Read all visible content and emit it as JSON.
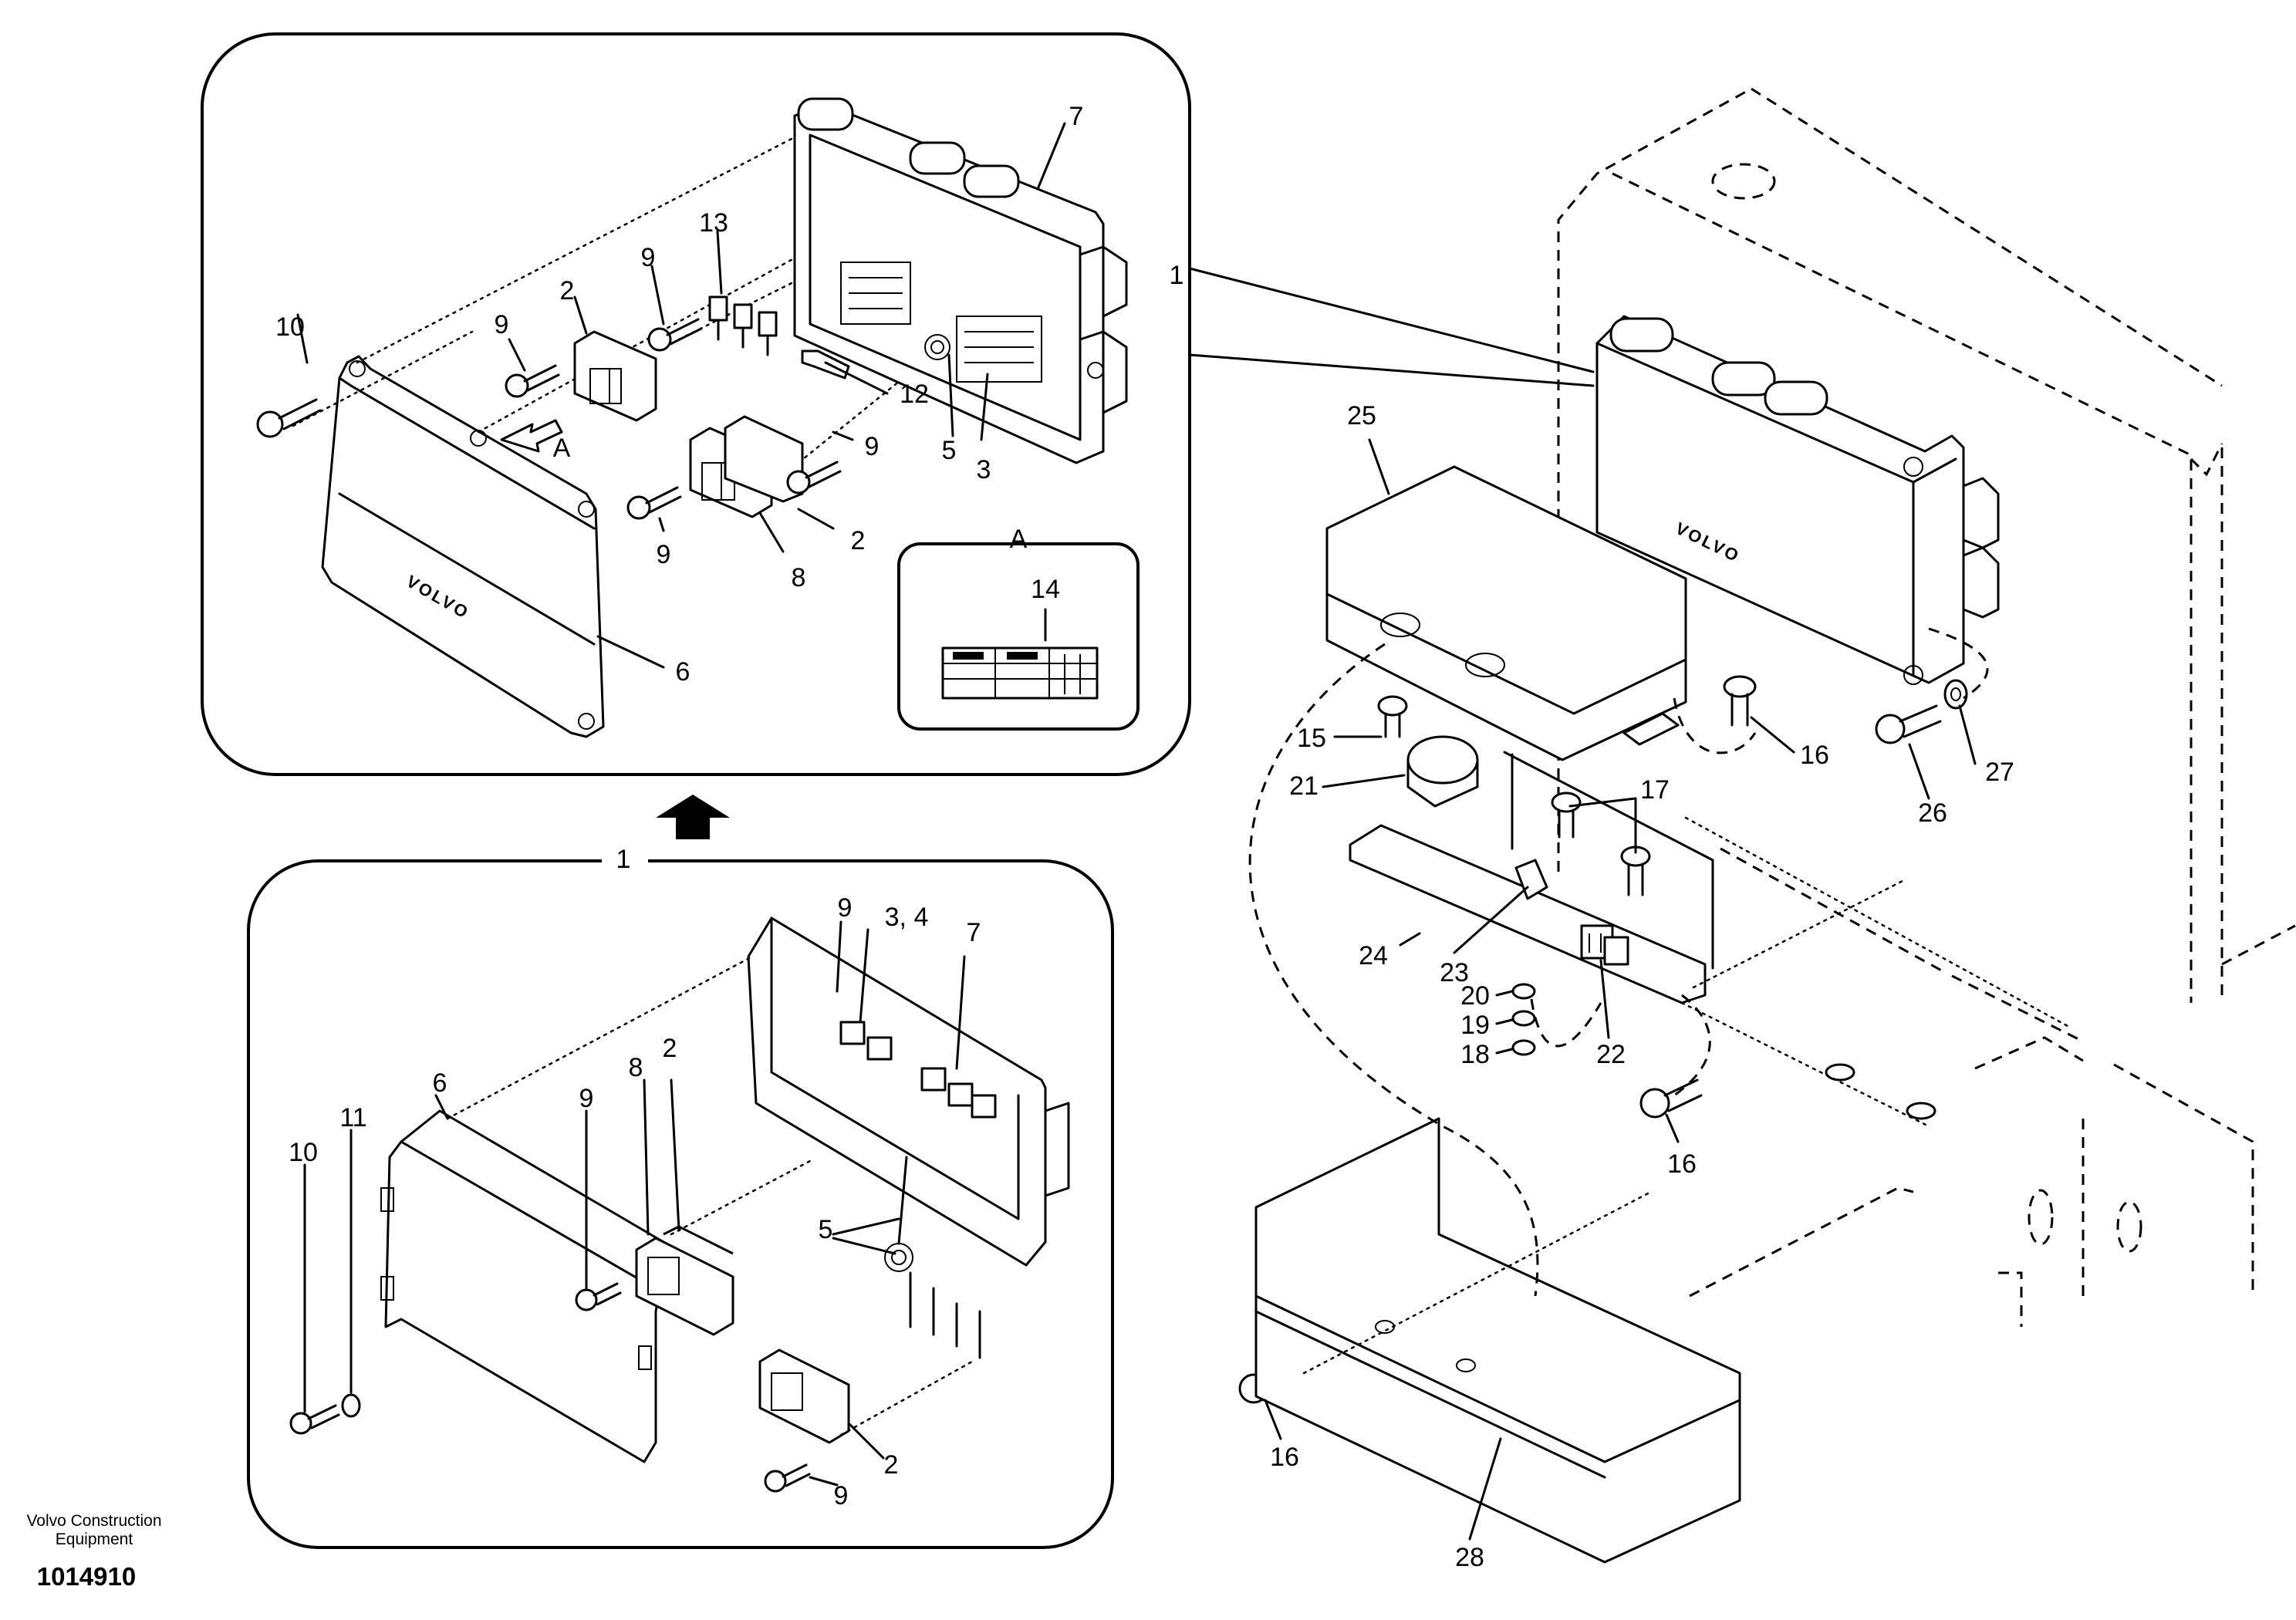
{
  "diagram": {
    "brand_marking": "VOLVO",
    "view_label": "A",
    "footer": {
      "company_line_1": "Volvo Construction",
      "company_line_2": "Equipment",
      "drawing_number": "1014910"
    },
    "callouts": {
      "top_10": "10",
      "top_9a": "9",
      "top_2a": "2",
      "top_9b": "9",
      "top_13": "13",
      "top_7": "7",
      "top_12": "12",
      "top_9c": "9",
      "top_5": "5",
      "top_3": "3",
      "top_9d": "9",
      "top_2b": "2",
      "top_8": "8",
      "top_6": "6",
      "top_14": "14",
      "bot_1": "1",
      "bot_9a": "9",
      "bot_34": "3, 4",
      "bot_7": "7",
      "bot_6": "6",
      "bot_8": "8",
      "bot_2a": "2",
      "bot_9b": "9",
      "bot_11": "11",
      "bot_10": "10",
      "bot_5": "5",
      "bot_2b": "2",
      "bot_9c": "9",
      "main_1": "1",
      "main_25": "25",
      "main_15": "15",
      "main_16a": "16",
      "main_27": "27",
      "main_26": "26",
      "main_21": "21",
      "main_17": "17",
      "main_24": "24",
      "main_23": "23",
      "main_20": "20",
      "main_19": "19",
      "main_18": "18",
      "main_22": "22",
      "main_16b": "16",
      "main_16c": "16",
      "main_28": "28"
    }
  }
}
